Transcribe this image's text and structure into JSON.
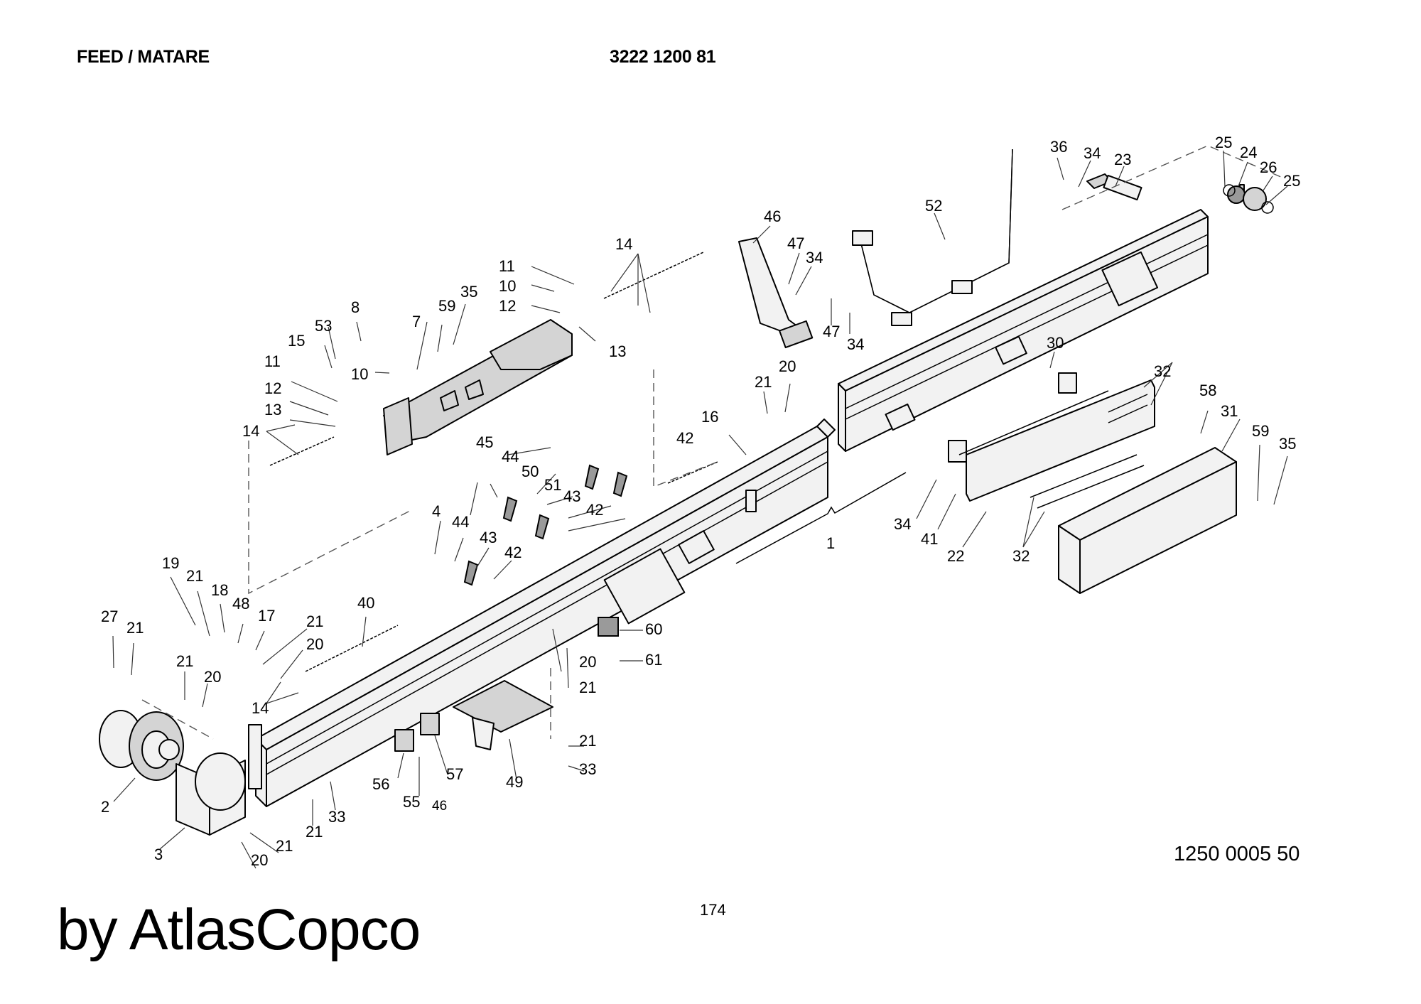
{
  "header": {
    "section_title": "FEED / MATARE",
    "assembly_number": "3222 1200 81"
  },
  "footer": {
    "drawing_number": "1250 0005 50",
    "page_number": "174",
    "watermark": "by AtlasCopco"
  },
  "diagram": {
    "type": "exploded-parts-view",
    "subject": "Feed beam assembly",
    "colors": {
      "outline": "#000000",
      "shaded_part": "#d4d4d4",
      "part_fill": "#f2f2f2",
      "background": "#ffffff"
    },
    "callouts": [
      {
        "id": "c1",
        "label": "1"
      },
      {
        "id": "c2",
        "label": "2"
      },
      {
        "id": "c3",
        "label": "3"
      },
      {
        "id": "c4",
        "label": "4"
      },
      {
        "id": "c7",
        "label": "7"
      },
      {
        "id": "c8",
        "label": "8"
      },
      {
        "id": "c10a",
        "label": "10"
      },
      {
        "id": "c10b",
        "label": "10"
      },
      {
        "id": "c11a",
        "label": "11"
      },
      {
        "id": "c11b",
        "label": "11"
      },
      {
        "id": "c12a",
        "label": "12"
      },
      {
        "id": "c12b",
        "label": "12"
      },
      {
        "id": "c13a",
        "label": "13"
      },
      {
        "id": "c13b",
        "label": "13"
      },
      {
        "id": "c14a",
        "label": "14"
      },
      {
        "id": "c14b",
        "label": "14"
      },
      {
        "id": "c14c",
        "label": "14"
      },
      {
        "id": "c15",
        "label": "15"
      },
      {
        "id": "c16",
        "label": "16"
      },
      {
        "id": "c17",
        "label": "17"
      },
      {
        "id": "c18",
        "label": "18"
      },
      {
        "id": "c19",
        "label": "19"
      },
      {
        "id": "c20a",
        "label": "20"
      },
      {
        "id": "c20b",
        "label": "20"
      },
      {
        "id": "c20c",
        "label": "20"
      },
      {
        "id": "c20d",
        "label": "20"
      },
      {
        "id": "c20e",
        "label": "20"
      },
      {
        "id": "c21a",
        "label": "21"
      },
      {
        "id": "c21b",
        "label": "21"
      },
      {
        "id": "c21c",
        "label": "21"
      },
      {
        "id": "c21d",
        "label": "21"
      },
      {
        "id": "c21e",
        "label": "21"
      },
      {
        "id": "c21f",
        "label": "21"
      },
      {
        "id": "c21g",
        "label": "21"
      },
      {
        "id": "c21h",
        "label": "21"
      },
      {
        "id": "c21i",
        "label": "21"
      },
      {
        "id": "c22",
        "label": "22"
      },
      {
        "id": "c23",
        "label": "23"
      },
      {
        "id": "c24",
        "label": "24"
      },
      {
        "id": "c25a",
        "label": "25"
      },
      {
        "id": "c25b",
        "label": "25"
      },
      {
        "id": "c26",
        "label": "26"
      },
      {
        "id": "c27",
        "label": "27"
      },
      {
        "id": "c30",
        "label": "30"
      },
      {
        "id": "c31",
        "label": "31"
      },
      {
        "id": "c32a",
        "label": "32"
      },
      {
        "id": "c32b",
        "label": "32"
      },
      {
        "id": "c33a",
        "label": "33"
      },
      {
        "id": "c33b",
        "label": "33"
      },
      {
        "id": "c34a",
        "label": "34"
      },
      {
        "id": "c34b",
        "label": "34"
      },
      {
        "id": "c34c",
        "label": "34"
      },
      {
        "id": "c34d",
        "label": "34"
      },
      {
        "id": "c35a",
        "label": "35"
      },
      {
        "id": "c35b",
        "label": "35"
      },
      {
        "id": "c36",
        "label": "36"
      },
      {
        "id": "c40",
        "label": "40"
      },
      {
        "id": "c41",
        "label": "41"
      },
      {
        "id": "c42a",
        "label": "42"
      },
      {
        "id": "c42b",
        "label": "42"
      },
      {
        "id": "c42c",
        "label": "42"
      },
      {
        "id": "c43a",
        "label": "43"
      },
      {
        "id": "c43b",
        "label": "43"
      },
      {
        "id": "c44a",
        "label": "44"
      },
      {
        "id": "c44b",
        "label": "44"
      },
      {
        "id": "c45",
        "label": "45"
      },
      {
        "id": "c46a",
        "label": "46"
      },
      {
        "id": "c46b",
        "label": "46"
      },
      {
        "id": "c47a",
        "label": "47"
      },
      {
        "id": "c47b",
        "label": "47"
      },
      {
        "id": "c48",
        "label": "48"
      },
      {
        "id": "c49",
        "label": "49"
      },
      {
        "id": "c50",
        "label": "50"
      },
      {
        "id": "c51",
        "label": "51"
      },
      {
        "id": "c52",
        "label": "52"
      },
      {
        "id": "c53",
        "label": "53"
      },
      {
        "id": "c55",
        "label": "55"
      },
      {
        "id": "c56",
        "label": "56"
      },
      {
        "id": "c57",
        "label": "57"
      },
      {
        "id": "c58",
        "label": "58"
      },
      {
        "id": "c59a",
        "label": "59"
      },
      {
        "id": "c59b",
        "label": "59"
      },
      {
        "id": "c60",
        "label": "60"
      },
      {
        "id": "c61",
        "label": "61"
      }
    ]
  }
}
